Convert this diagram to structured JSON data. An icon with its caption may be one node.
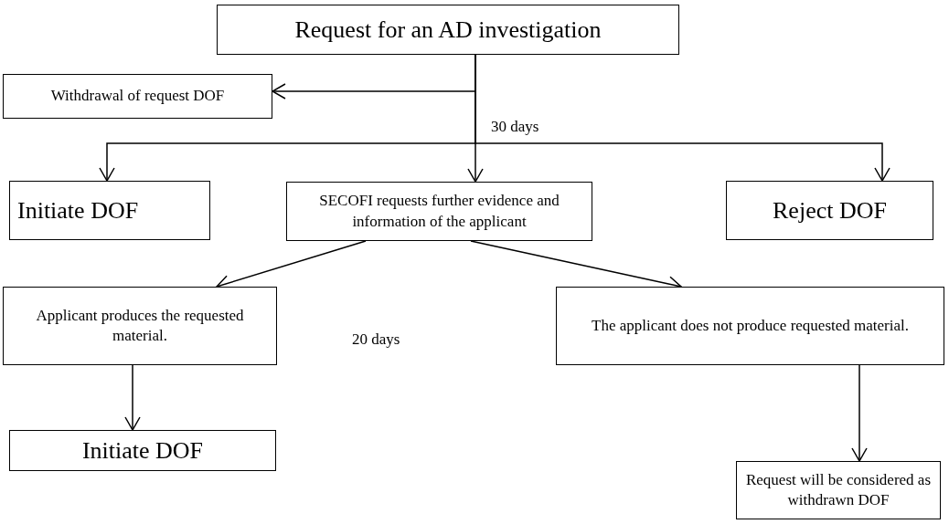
{
  "diagram": {
    "nodes": [
      {
        "text": [
          "Request for an AD investigation"
        ]
      },
      {
        "text": [
          "Withdrawal of request DOF"
        ]
      },
      {
        "text": [
          "Initiate DOF"
        ]
      },
      {
        "text": [
          "SECOFI requests further evidence and information of the applicant"
        ]
      },
      {
        "text": [
          "Reject DOF"
        ]
      },
      {
        "text": [
          "Applicant produces the requested material."
        ]
      },
      {
        "text": [
          "The applicant does not produce requested material."
        ]
      },
      {
        "text": [
          "Initiate DOF"
        ]
      },
      {
        "text": [
          "Request will be considered as withdrawn DOF"
        ]
      }
    ],
    "edges": [
      {
        "from": 0,
        "to": 1,
        "arrow": "to"
      },
      {
        "from": 0,
        "to": 2,
        "arrow": "to"
      },
      {
        "from": 0,
        "to": 3,
        "arrow": "to"
      },
      {
        "from": 0,
        "to": 4,
        "arrow": "to"
      },
      {
        "from": 3,
        "to": 5,
        "arrow": "to"
      },
      {
        "from": 3,
        "to": 6,
        "arrow": "to"
      },
      {
        "from": 5,
        "to": 7,
        "arrow": "to"
      },
      {
        "from": 6,
        "to": 8,
        "arrow": "to"
      }
    ],
    "labels": [
      "30 days",
      "20 days"
    ]
  }
}
